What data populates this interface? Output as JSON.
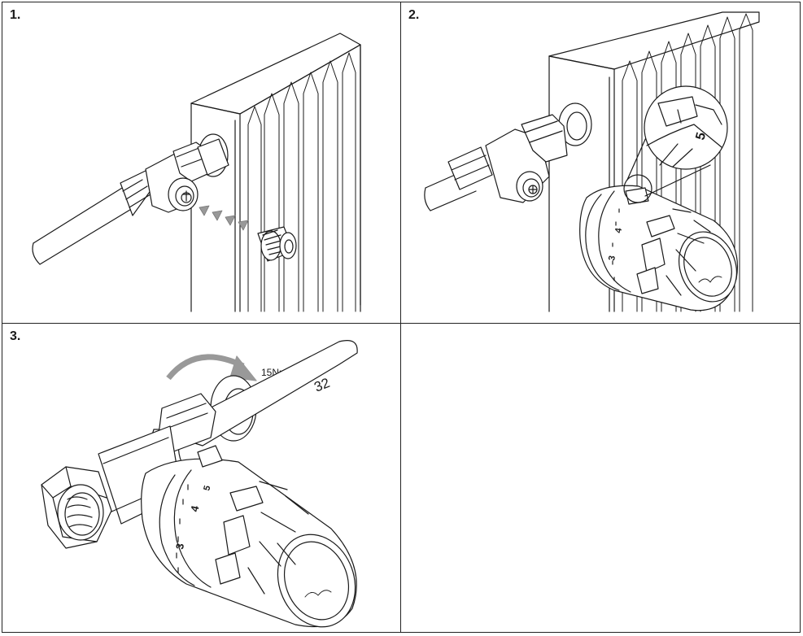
{
  "steps": [
    {
      "number": "1."
    },
    {
      "number": "2."
    },
    {
      "number": "3."
    }
  ],
  "step2": {
    "zoom_scale_label": "5",
    "dial_labels": [
      "4",
      "3"
    ]
  },
  "step3": {
    "torque_label": "15Nm",
    "wrench_size_label": "32",
    "dial_labels": [
      "5",
      "4",
      "3"
    ]
  },
  "colors": {
    "line": "#1a1a1a",
    "arrow_gray": "#999999",
    "background": "#ffffff"
  }
}
